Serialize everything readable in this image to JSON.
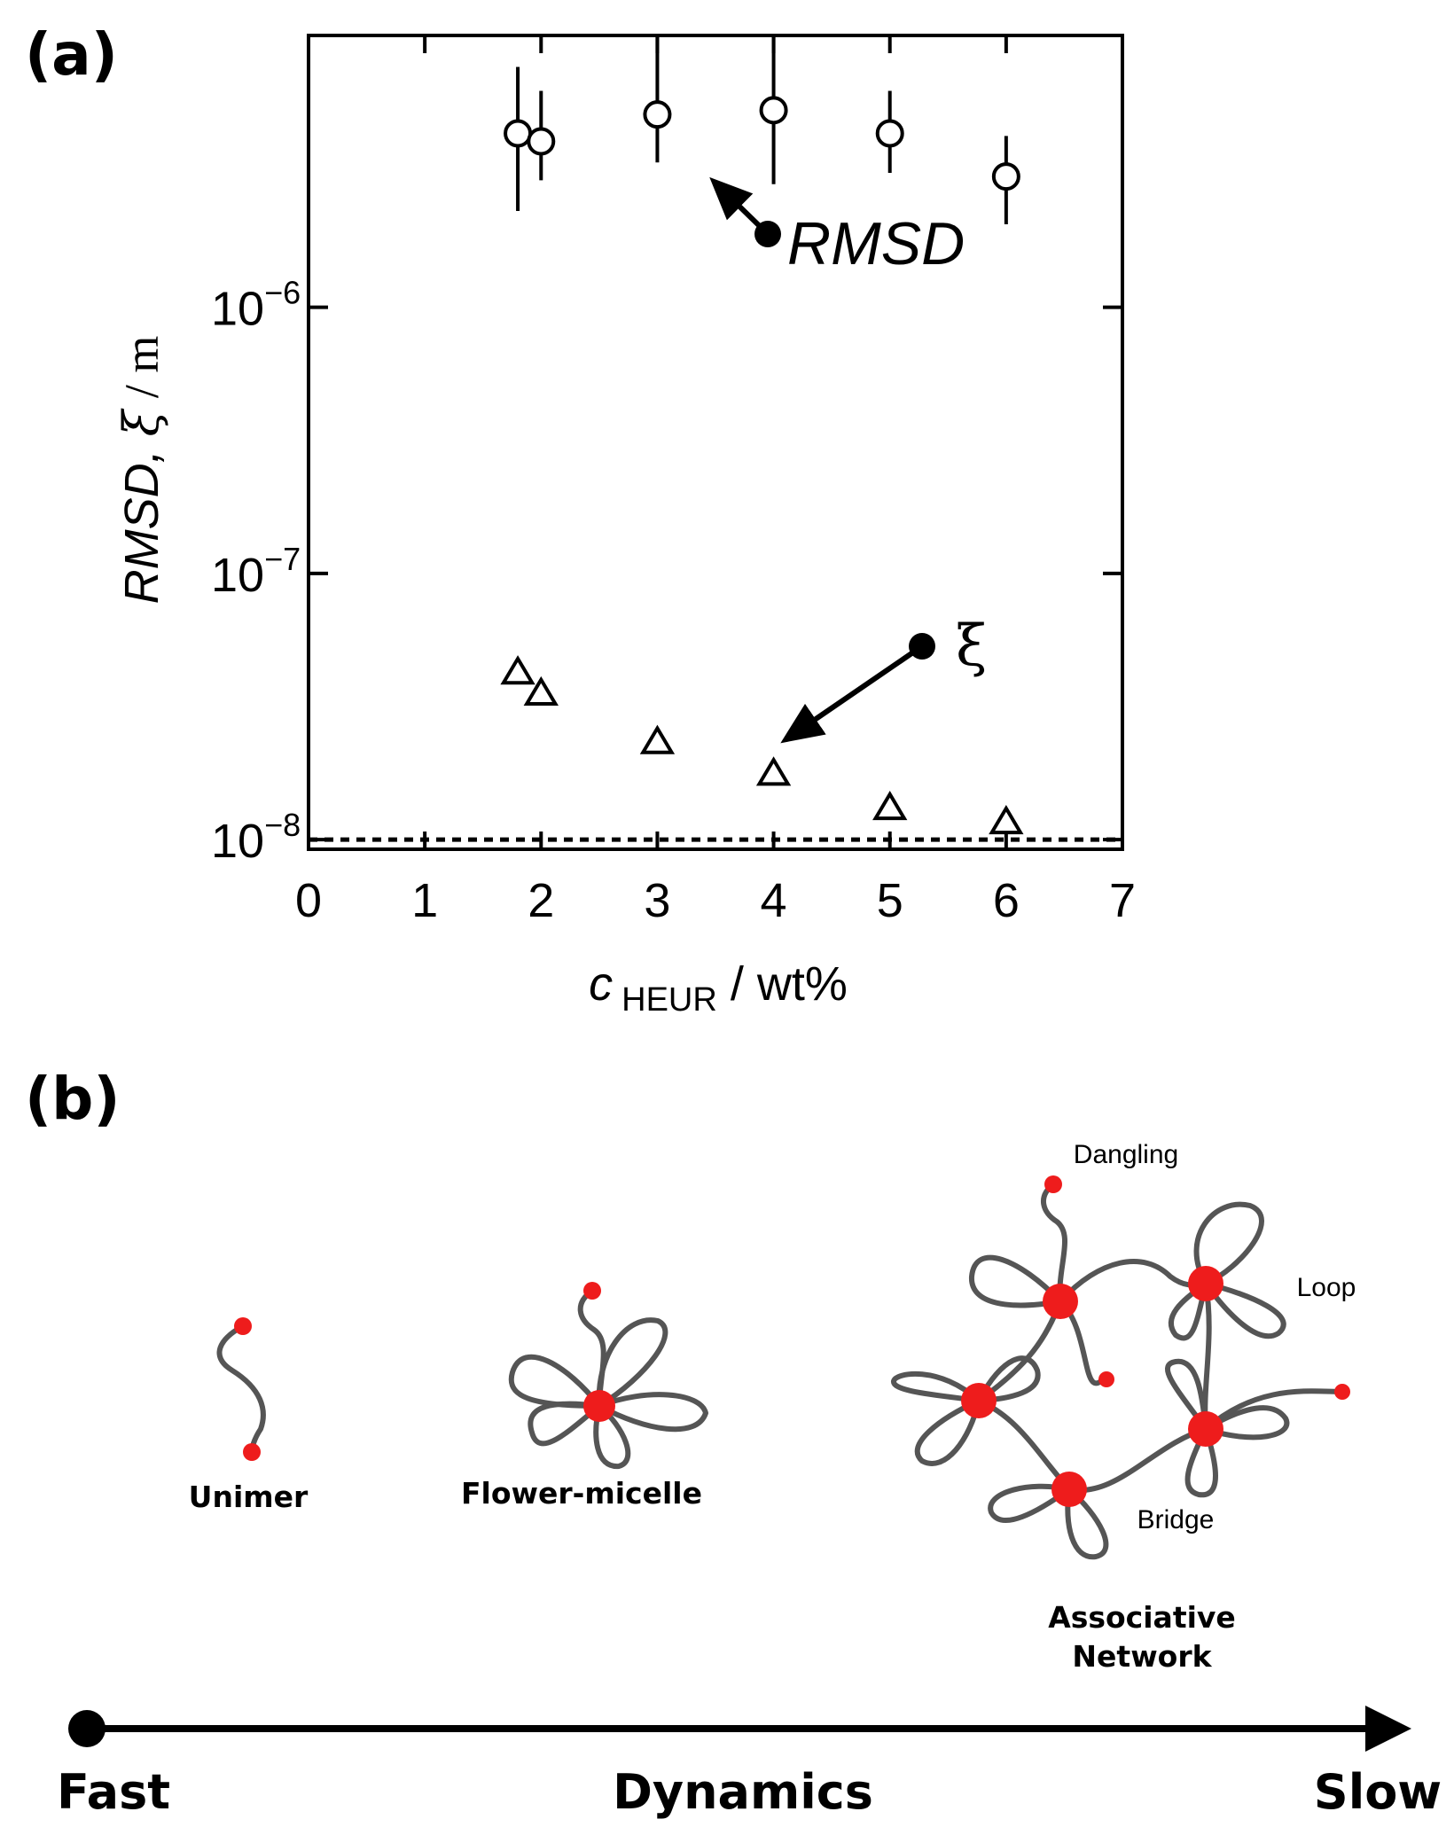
{
  "panel_a_label": "(a)",
  "panel_b_label": "(b)",
  "chart_data": {
    "type": "scatter",
    "title": "",
    "xlabel": {
      "symbol": "c",
      "subscript": "HEUR",
      "unit": " / wt%"
    },
    "ylabel": {
      "main": "RMSD, ",
      "symbol": "ξ",
      "unit": " / m"
    },
    "xlim": [
      0,
      7
    ],
    "ylim": [
      9.2e-09,
      1.05e-05
    ],
    "y_scale": "log",
    "x_ticks": [
      "0",
      "1",
      "2",
      "3",
      "4",
      "5",
      "6",
      "7"
    ],
    "y_ticks": [
      {
        "value": 1e-06,
        "base": "10",
        "exp": "−6"
      },
      {
        "value": 1e-07,
        "base": "10",
        "exp": "−7"
      },
      {
        "value": 1e-08,
        "base": "10",
        "exp": "−8"
      }
    ],
    "grid": false,
    "series": [
      {
        "name": "RMSD",
        "marker": "open-circle",
        "points": [
          {
            "x": 1.8,
            "y": 4.5e-06,
            "y_low": 2.3e-06,
            "y_high": 8e-06
          },
          {
            "x": 2.0,
            "y": 4.2e-06,
            "y_low": 3e-06,
            "y_high": 6.5e-06
          },
          {
            "x": 3.0,
            "y": 5.3e-06,
            "y_low": 3.5e-06,
            "y_high": 1.05e-05
          },
          {
            "x": 4.0,
            "y": 5.5e-06,
            "y_low": 2.9e-06,
            "y_high": 1.05e-05
          },
          {
            "x": 5.0,
            "y": 4.5e-06,
            "y_low": 3.2e-06,
            "y_high": 6.5e-06
          },
          {
            "x": 6.0,
            "y": 3.1e-06,
            "y_low": 2.05e-06,
            "y_high": 4.4e-06
          }
        ]
      },
      {
        "name": "ξ",
        "marker": "open-triangle",
        "points": [
          {
            "x": 1.8,
            "y": 4.2e-08
          },
          {
            "x": 2.0,
            "y": 3.5e-08
          },
          {
            "x": 3.0,
            "y": 2.3e-08
          },
          {
            "x": 4.0,
            "y": 1.75e-08
          },
          {
            "x": 5.0,
            "y": 1.3e-08
          },
          {
            "x": 6.0,
            "y": 1.15e-08
          }
        ]
      }
    ],
    "reference_line": {
      "y": 1e-08,
      "style": "dotted"
    },
    "annotations": [
      {
        "text": "RMSD",
        "style": "italic",
        "points_to_series": "RMSD"
      },
      {
        "text": "ξ",
        "style": "normal",
        "points_to_series": "ξ"
      }
    ]
  },
  "structures": {
    "unimer": "Unimer",
    "flower_micelle": "Flower-micelle",
    "network_line1": "Associative",
    "network_line2": "Network",
    "dangling": "Dangling",
    "loop": "Loop",
    "bridge": "Bridge"
  },
  "dynamics": {
    "fast": "Fast",
    "center": "Dynamics",
    "slow": "Slow"
  },
  "colors": {
    "sticker": "#ee1c1c",
    "chain": "#555555",
    "ink": "#000000"
  }
}
